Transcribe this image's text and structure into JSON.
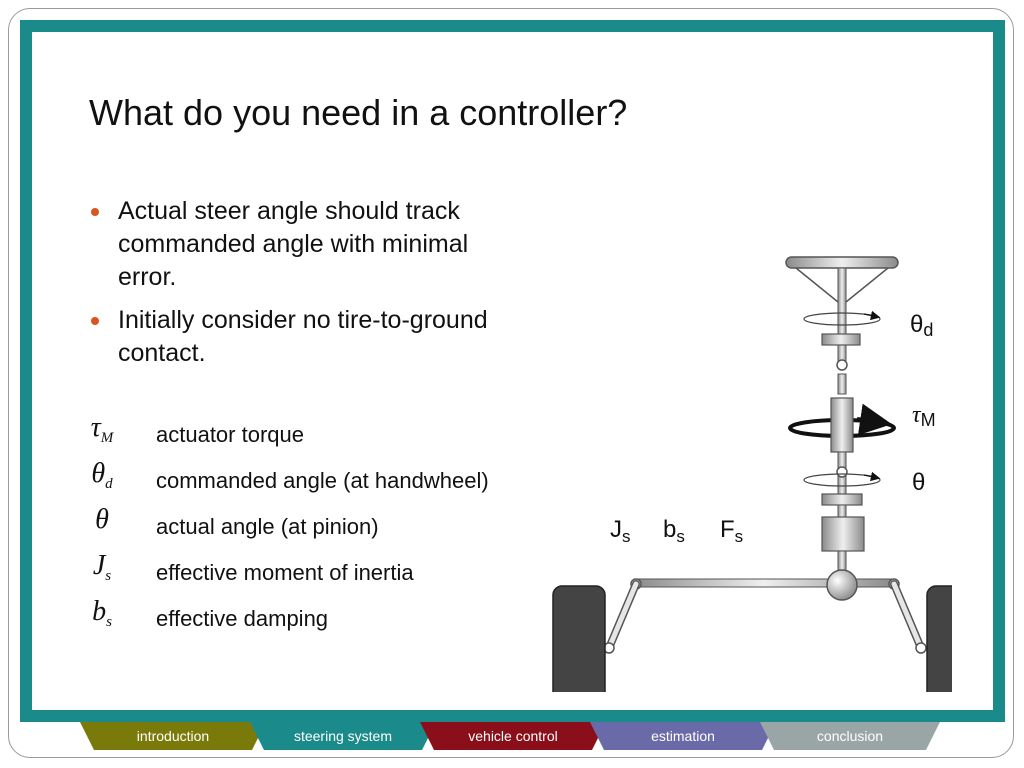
{
  "slide": {
    "title": "What do you need in a controller?",
    "bullets": [
      "Actual steer angle should track commanded angle with minimal error.",
      "Initially consider no tire-to-ground contact."
    ],
    "symbols": [
      {
        "base": "τ",
        "sub": "M",
        "desc": "actuator torque"
      },
      {
        "base": "θ",
        "sub": "d",
        "desc": "commanded angle (at handwheel)"
      },
      {
        "base": "θ",
        "sub": "",
        "desc": "actual angle (at pinion)"
      },
      {
        "base": "J",
        "sub": "s",
        "desc": "effective moment of inertia"
      },
      {
        "base": "b",
        "sub": "s",
        "desc": "effective damping"
      }
    ]
  },
  "diagram": {
    "theta_d": {
      "base": "θ",
      "sub": "d"
    },
    "tau_m": {
      "base": "τ",
      "sub": "M"
    },
    "theta": "θ",
    "js": {
      "base": "J",
      "sub": "s"
    },
    "bs": {
      "base": "b",
      "sub": "s"
    },
    "fs": {
      "base": "F",
      "sub": "s"
    }
  },
  "nav": {
    "tabs": [
      {
        "label": "introduction",
        "color": "#7a7a0a"
      },
      {
        "label": "steering system",
        "color": "#1a8a8a"
      },
      {
        "label": "vehicle control",
        "color": "#8a0f1a"
      },
      {
        "label": "estimation",
        "color": "#6a6aa8"
      },
      {
        "label": "conclusion",
        "color": "#9aa6a6"
      }
    ]
  },
  "colors": {
    "frame": "#1a8a8a",
    "bullet": "#d9541e",
    "tire": "#444444"
  }
}
